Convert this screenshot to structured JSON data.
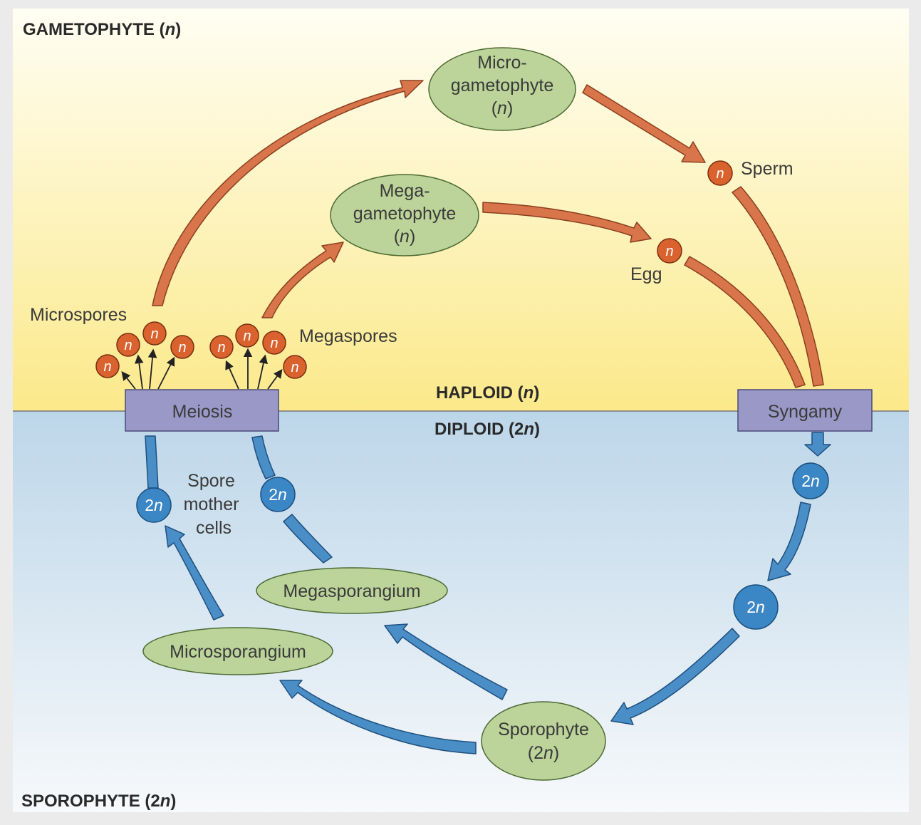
{
  "headers": {
    "gametophyte": "GAMETOPHYTE (",
    "gametophyte_n": "n",
    "gametophyte_close": ")",
    "sporophyte": "SPOROPHYTE (2",
    "sporophyte_n": "n",
    "sporophyte_close": ")",
    "haploid": "HAPLOID (",
    "haploid_n": "n",
    "haploid_close": ")",
    "diploid": "DIPLOID (2",
    "diploid_n": "n",
    "diploid_close": ")"
  },
  "boxes": {
    "meiosis": "Meiosis",
    "syngamy": "Syngamy"
  },
  "ovals": {
    "microgametophyte": {
      "line1": "Micro-",
      "line2": "gametophyte",
      "line3": "n"
    },
    "megagametophyte": {
      "line1": "Mega-",
      "line2": "gametophyte",
      "line3": "n"
    },
    "megasporangium": "Megasporangium",
    "microsporangium": "Microsporangium",
    "sporophyte": {
      "line1": "Sporophyte",
      "line2": "2",
      "line2_n": "n"
    }
  },
  "labels": {
    "sperm": "Sperm",
    "egg": "Egg",
    "microspores": "Microspores",
    "megaspores": "Megaspores",
    "spore_mother_cells": [
      "Spore",
      "mother",
      "cells"
    ]
  },
  "cells": {
    "haploid_symbol": "n",
    "diploid_prefix": "2",
    "diploid_symbol": "n"
  },
  "colors": {
    "gametophyte_bg_top": "#fffdf0",
    "gametophyte_bg_bottom": "#fbe98a",
    "sporophyte_bg_top": "#bcd6e9",
    "sporophyte_bg_bottom": "#f7f9fb",
    "orange_arrow": "#d9754a",
    "blue_arrow": "#4a8ec7",
    "oval_fill": "#bcd49a",
    "box_fill": "#9a98c6",
    "haploid_cell": "#d9622e",
    "diploid_cell": "#3b86c5"
  }
}
